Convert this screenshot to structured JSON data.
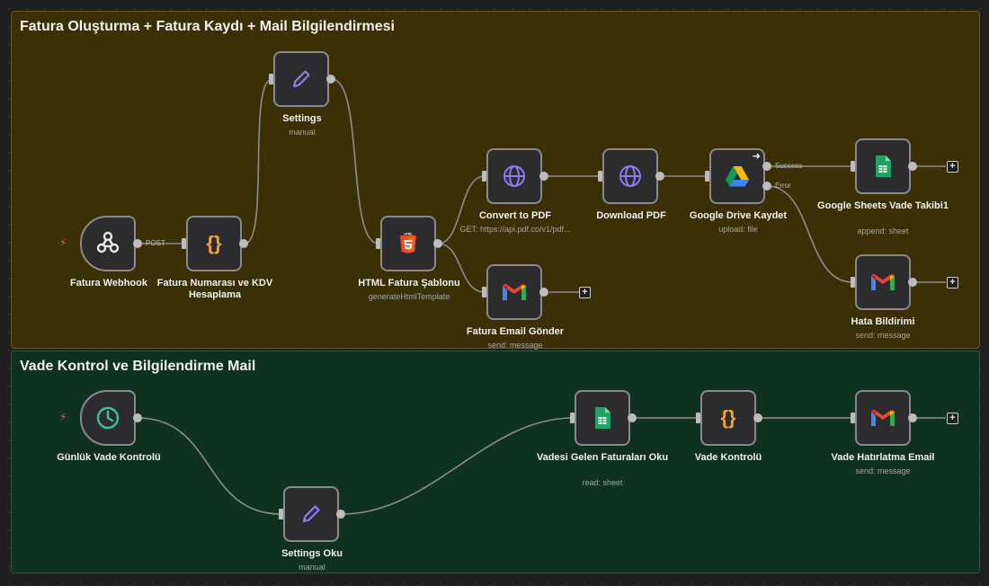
{
  "groups": {
    "g1_title": "Fatura Oluşturma + Fatura Kaydı + Mail Bilgilendirmesi",
    "g2_title": "Vade Kontrol ve Bilgilendirme Mail"
  },
  "nodes": {
    "webhook": {
      "label": "Fatura Webhook",
      "sub": ""
    },
    "fatura_no": {
      "label": "Fatura Numarası ve KDV Hesaplama",
      "sub": ""
    },
    "settings": {
      "label": "Settings",
      "sub": "manual"
    },
    "html": {
      "label": "HTML Fatura Şablonu",
      "sub": "generateHtmlTemplate"
    },
    "convert": {
      "label": "Convert to PDF",
      "sub": "GET: https://api.pdf.co/v1/pdf..."
    },
    "download": {
      "label": "Download PDF",
      "sub": ""
    },
    "drive": {
      "label": "Google Drive Kaydet",
      "sub": "upload: file"
    },
    "sheets": {
      "label": "Google Sheets Vade Takibi1",
      "sub": "append: sheet"
    },
    "email": {
      "label": "Fatura Email Gönder",
      "sub": "send: message"
    },
    "hata": {
      "label": "Hata Bildirimi",
      "sub": "send: message"
    },
    "gunluk": {
      "label": "Günlük Vade Kontrolü",
      "sub": ""
    },
    "settings_oku": {
      "label": "Settings Oku",
      "sub": "manual"
    },
    "vadesi": {
      "label": "Vadesi Gelen Faturaları Oku",
      "sub": "read: sheet"
    },
    "vade_kontrol": {
      "label": "Vade Kontrolü",
      "sub": ""
    },
    "vade_email": {
      "label": "Vade Hatırlatma Email",
      "sub": "send: message"
    }
  },
  "edge_labels": {
    "post": "POST",
    "success": "Success",
    "error": "Error"
  },
  "icons": {
    "webhook": "webhook-icon",
    "code": "curly-braces-icon",
    "settings": "pencil-icon",
    "html": "html5-icon",
    "http": "globe-icon",
    "drive": "google-drive-icon",
    "sheets": "google-sheets-icon",
    "gmail": "gmail-icon",
    "schedule": "clock-icon"
  },
  "icon_text": {
    "code": "{}"
  },
  "colors": {
    "group1_bg": "#3a2f05",
    "group2_bg": "#0f3220",
    "edge": "#8d8d8d"
  }
}
